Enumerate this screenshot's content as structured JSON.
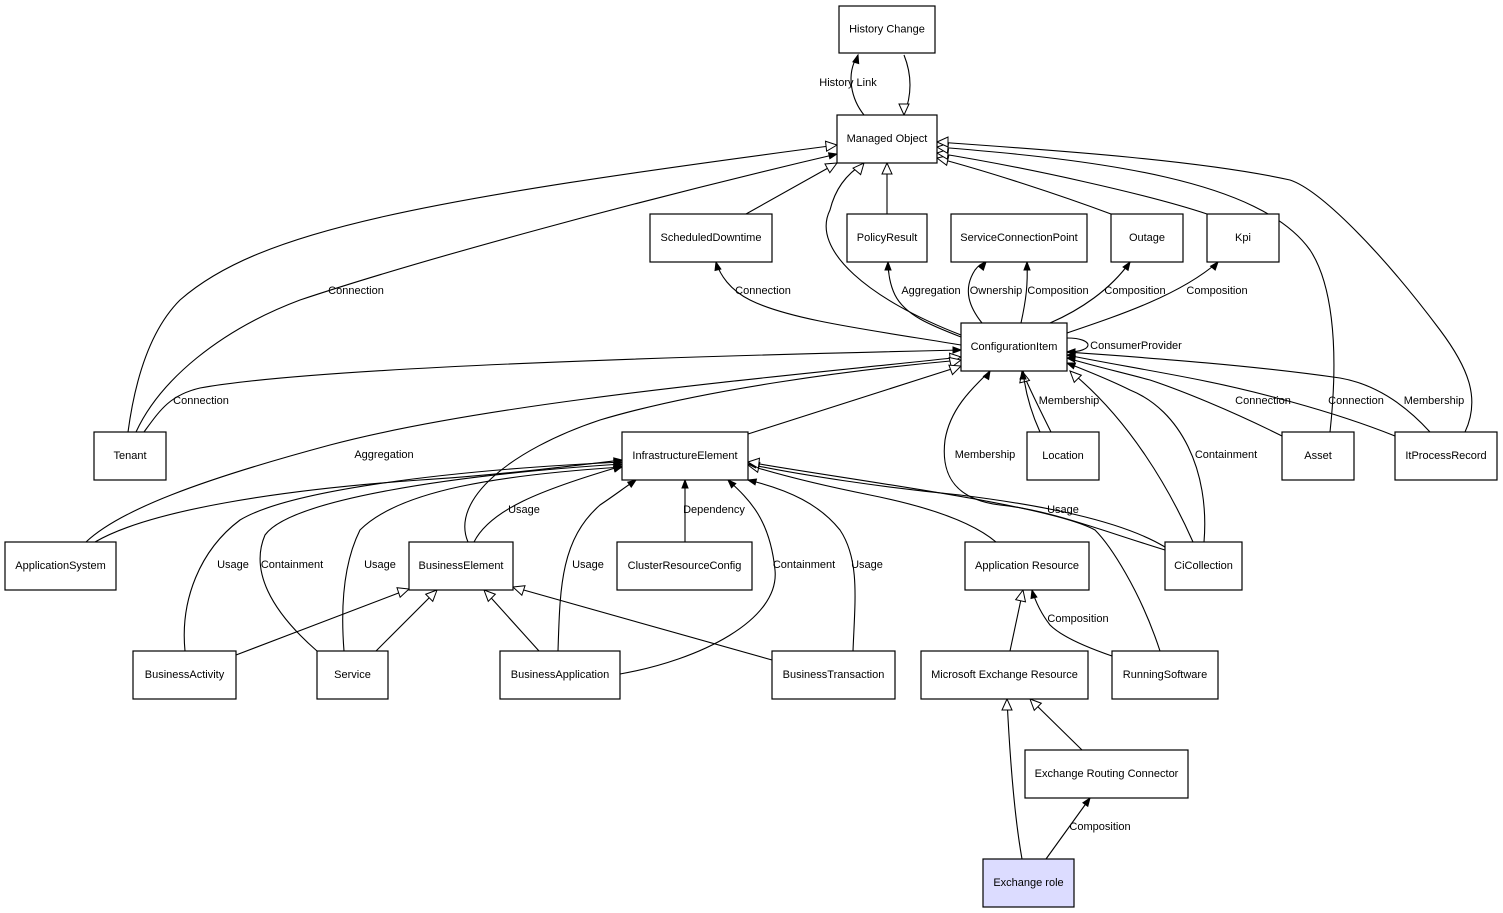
{
  "diagram": {
    "title": "Class relationship diagram",
    "highlight_color": "#dcdcff",
    "nodes": [
      {
        "id": "history_change",
        "label": "History Change"
      },
      {
        "id": "managed_object",
        "label": "Managed Object"
      },
      {
        "id": "scheduled_downtime",
        "label": "ScheduledDowntime"
      },
      {
        "id": "policy_result",
        "label": "PolicyResult"
      },
      {
        "id": "service_connection_point",
        "label": "ServiceConnectionPoint"
      },
      {
        "id": "outage",
        "label": "Outage"
      },
      {
        "id": "kpi",
        "label": "Kpi"
      },
      {
        "id": "configuration_item",
        "label": "ConfigurationItem"
      },
      {
        "id": "tenant",
        "label": "Tenant"
      },
      {
        "id": "infrastructure_element",
        "label": "InfrastructureElement"
      },
      {
        "id": "location",
        "label": "Location"
      },
      {
        "id": "asset",
        "label": "Asset"
      },
      {
        "id": "it_process_record",
        "label": "ItProcessRecord"
      },
      {
        "id": "application_system",
        "label": "ApplicationSystem"
      },
      {
        "id": "business_element",
        "label": "BusinessElement"
      },
      {
        "id": "cluster_resource_config",
        "label": "ClusterResourceConfig"
      },
      {
        "id": "application_resource",
        "label": "Application Resource"
      },
      {
        "id": "ci_collection",
        "label": "CiCollection"
      },
      {
        "id": "business_activity",
        "label": "BusinessActivity"
      },
      {
        "id": "service",
        "label": "Service"
      },
      {
        "id": "business_application",
        "label": "BusinessApplication"
      },
      {
        "id": "business_transaction",
        "label": "BusinessTransaction"
      },
      {
        "id": "microsoft_exchange_resource",
        "label": "Microsoft Exchange Resource"
      },
      {
        "id": "running_software",
        "label": "RunningSoftware"
      },
      {
        "id": "exchange_routing_connector",
        "label": "Exchange Routing Connector"
      },
      {
        "id": "exchange_role",
        "label": "Exchange role",
        "highlighted": true
      }
    ],
    "edges": [
      {
        "from": "managed_object",
        "to": "history_change",
        "kind": "association",
        "label": "History Link"
      },
      {
        "from": "history_change",
        "to": "managed_object",
        "kind": "inheritance",
        "label": ""
      },
      {
        "from": "scheduled_downtime",
        "to": "managed_object",
        "kind": "inheritance",
        "label": ""
      },
      {
        "from": "policy_result",
        "to": "managed_object",
        "kind": "inheritance",
        "label": ""
      },
      {
        "from": "outage",
        "to": "managed_object",
        "kind": "inheritance",
        "label": ""
      },
      {
        "from": "kpi",
        "to": "managed_object",
        "kind": "inheritance",
        "label": ""
      },
      {
        "from": "configuration_item",
        "to": "managed_object",
        "kind": "inheritance",
        "label": ""
      },
      {
        "from": "tenant",
        "to": "managed_object",
        "kind": "inheritance",
        "label": ""
      },
      {
        "from": "tenant",
        "to": "managed_object",
        "kind": "association",
        "label": "Connection"
      },
      {
        "from": "asset",
        "to": "managed_object",
        "kind": "inheritance",
        "label": ""
      },
      {
        "from": "it_process_record",
        "to": "managed_object",
        "kind": "inheritance",
        "label": ""
      },
      {
        "from": "configuration_item",
        "to": "scheduled_downtime",
        "kind": "association",
        "label": "Connection"
      },
      {
        "from": "configuration_item",
        "to": "policy_result",
        "kind": "association",
        "label": "Aggregation"
      },
      {
        "from": "configuration_item",
        "to": "service_connection_point",
        "kind": "association",
        "label": "Ownership"
      },
      {
        "from": "configuration_item",
        "to": "service_connection_point",
        "kind": "association",
        "label": "Composition"
      },
      {
        "from": "configuration_item",
        "to": "outage",
        "kind": "association",
        "label": "Composition"
      },
      {
        "from": "configuration_item",
        "to": "kpi",
        "kind": "association",
        "label": "Composition"
      },
      {
        "from": "configuration_item",
        "to": "configuration_item",
        "kind": "association",
        "label": "ConsumerProvider"
      },
      {
        "from": "tenant",
        "to": "configuration_item",
        "kind": "association",
        "label": "Connection"
      },
      {
        "from": "application_system",
        "to": "configuration_item",
        "kind": "inheritance",
        "label": ""
      },
      {
        "from": "application_system",
        "to": "infrastructure_element",
        "kind": "association",
        "label": "Aggregation"
      },
      {
        "from": "business_element",
        "to": "configuration_item",
        "kind": "inheritance",
        "label": ""
      },
      {
        "from": "infrastructure_element",
        "to": "configuration_item",
        "kind": "inheritance",
        "label": ""
      },
      {
        "from": "location",
        "to": "configuration_item",
        "kind": "inheritance",
        "label": ""
      },
      {
        "from": "location",
        "to": "configuration_item",
        "kind": "association",
        "label": "Membership"
      },
      {
        "from": "ci_collection",
        "to": "configuration_item",
        "kind": "association",
        "label": "Membership"
      },
      {
        "from": "ci_collection",
        "to": "configuration_item",
        "kind": "inheritance",
        "label": ""
      },
      {
        "from": "ci_collection",
        "to": "configuration_item",
        "kind": "association",
        "label": "Containment"
      },
      {
        "from": "asset",
        "to": "configuration_item",
        "kind": "association",
        "label": "Connection"
      },
      {
        "from": "it_process_record",
        "to": "configuration_item",
        "kind": "association",
        "label": "Connection"
      },
      {
        "from": "it_process_record",
        "to": "configuration_item",
        "kind": "association",
        "label": "Membership"
      },
      {
        "from": "business_element",
        "to": "infrastructure_element",
        "kind": "association",
        "label": "Usage"
      },
      {
        "from": "business_activity",
        "to": "infrastructure_element",
        "kind": "association",
        "label": "Usage"
      },
      {
        "from": "service",
        "to": "infrastructure_element",
        "kind": "association",
        "label": "Containment"
      },
      {
        "from": "service",
        "to": "infrastructure_element",
        "kind": "association",
        "label": "Usage"
      },
      {
        "from": "business_application",
        "to": "infrastructure_element",
        "kind": "association",
        "label": "Usage"
      },
      {
        "from": "cluster_resource_config",
        "to": "infrastructure_element",
        "kind": "association",
        "label": "Dependency"
      },
      {
        "from": "business_application",
        "to": "infrastructure_element",
        "kind": "association",
        "label": "Containment"
      },
      {
        "from": "business_transaction",
        "to": "infrastructure_element",
        "kind": "association",
        "label": "Usage"
      },
      {
        "from": "application_resource",
        "to": "infrastructure_element",
        "kind": "inheritance",
        "label": ""
      },
      {
        "from": "ci_collection",
        "to": "infrastructure_element",
        "kind": "association",
        "label": "Usage"
      },
      {
        "from": "running_software",
        "to": "infrastructure_element",
        "kind": "inheritance",
        "label": ""
      },
      {
        "from": "business_activity",
        "to": "business_element",
        "kind": "inheritance",
        "label": ""
      },
      {
        "from": "service",
        "to": "business_element",
        "kind": "inheritance",
        "label": ""
      },
      {
        "from": "business_application",
        "to": "business_element",
        "kind": "inheritance",
        "label": ""
      },
      {
        "from": "business_transaction",
        "to": "business_element",
        "kind": "inheritance",
        "label": ""
      },
      {
        "from": "microsoft_exchange_resource",
        "to": "application_resource",
        "kind": "inheritance",
        "label": ""
      },
      {
        "from": "running_software",
        "to": "application_resource",
        "kind": "association",
        "label": "Composition"
      },
      {
        "from": "exchange_role",
        "to": "microsoft_exchange_resource",
        "kind": "inheritance",
        "label": ""
      },
      {
        "from": "exchange_routing_connector",
        "to": "microsoft_exchange_resource",
        "kind": "inheritance",
        "label": ""
      },
      {
        "from": "exchange_role",
        "to": "exchange_routing_connector",
        "kind": "association",
        "label": "Composition"
      }
    ]
  }
}
